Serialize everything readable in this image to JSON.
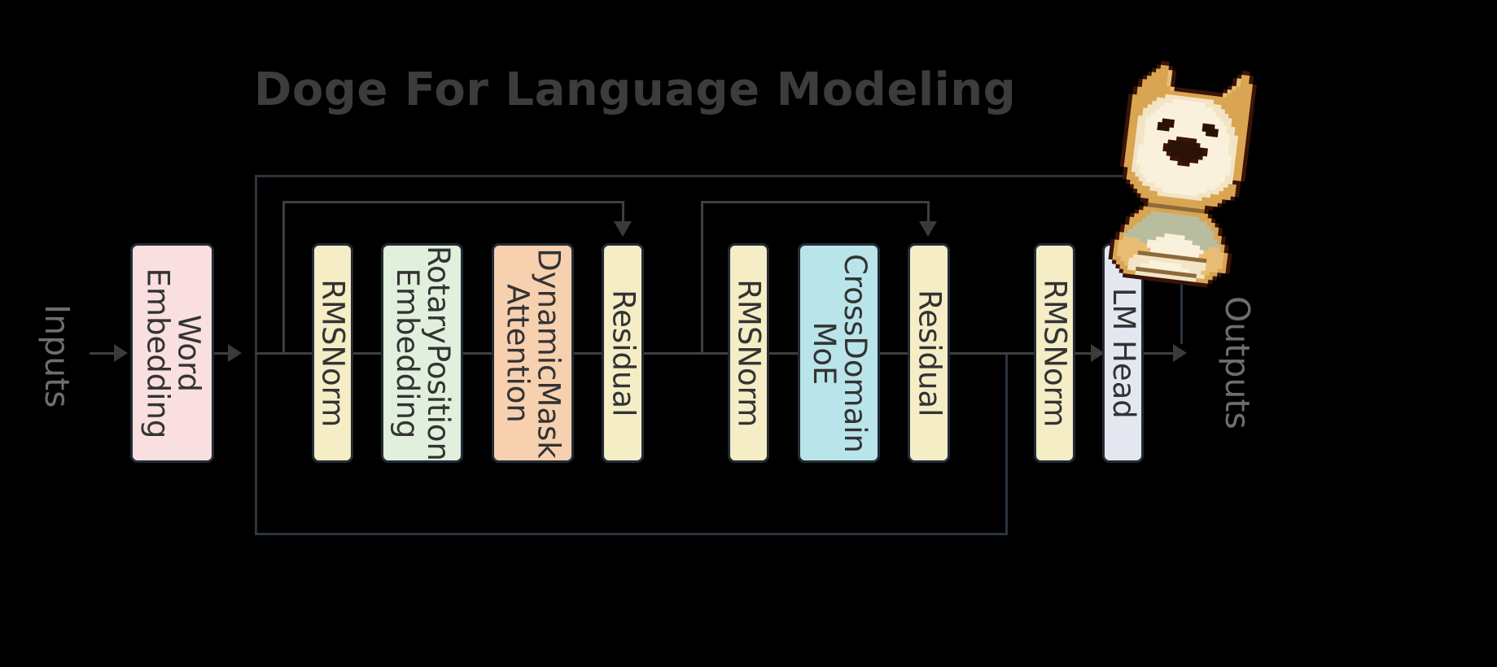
{
  "diagram": {
    "title": "Doge For Language Modeling",
    "background_color": "#000000",
    "title_color": "#3c3c3c",
    "edge_color": "#2b3440",
    "io": {
      "input_label": "Inputs",
      "output_label": "Outputs"
    },
    "nodes": [
      {
        "id": "word-embedding",
        "label_line1": "Word",
        "label_line2": "Embedding",
        "color": "#f9dfe0"
      },
      {
        "id": "rmsnorm-1",
        "label_line1": "RMSNorm",
        "label_line2": "",
        "color": "#f4edc6"
      },
      {
        "id": "rotary-position-embedding",
        "label_line1": "RotaryPosition",
        "label_line2": "Embedding",
        "color": "#e1f0dc"
      },
      {
        "id": "dynamicmask-attention",
        "label_line1": "DynamicMask",
        "label_line2": "Attention",
        "color": "#f7d0b0"
      },
      {
        "id": "residual-1",
        "label_line1": "Residual",
        "label_line2": "",
        "color": "#f4edc6"
      },
      {
        "id": "rmsnorm-2",
        "label_line1": "RMSNorm",
        "label_line2": "",
        "color": "#f4edc6"
      },
      {
        "id": "crossdomain-moe",
        "label_line1": "CrossDomain",
        "label_line2": "MoE",
        "color": "#b9e5ea"
      },
      {
        "id": "residual-2",
        "label_line1": "Residual",
        "label_line2": "",
        "color": "#f4edc6"
      },
      {
        "id": "rmsnorm-3",
        "label_line1": "RMSNorm",
        "label_line2": "",
        "color": "#f4edc6"
      },
      {
        "id": "lm-head",
        "label_line1": "LM Head",
        "label_line2": "",
        "color": "#e4e7f0"
      }
    ],
    "mascot": {
      "name": "doge-pixel-art"
    }
  }
}
